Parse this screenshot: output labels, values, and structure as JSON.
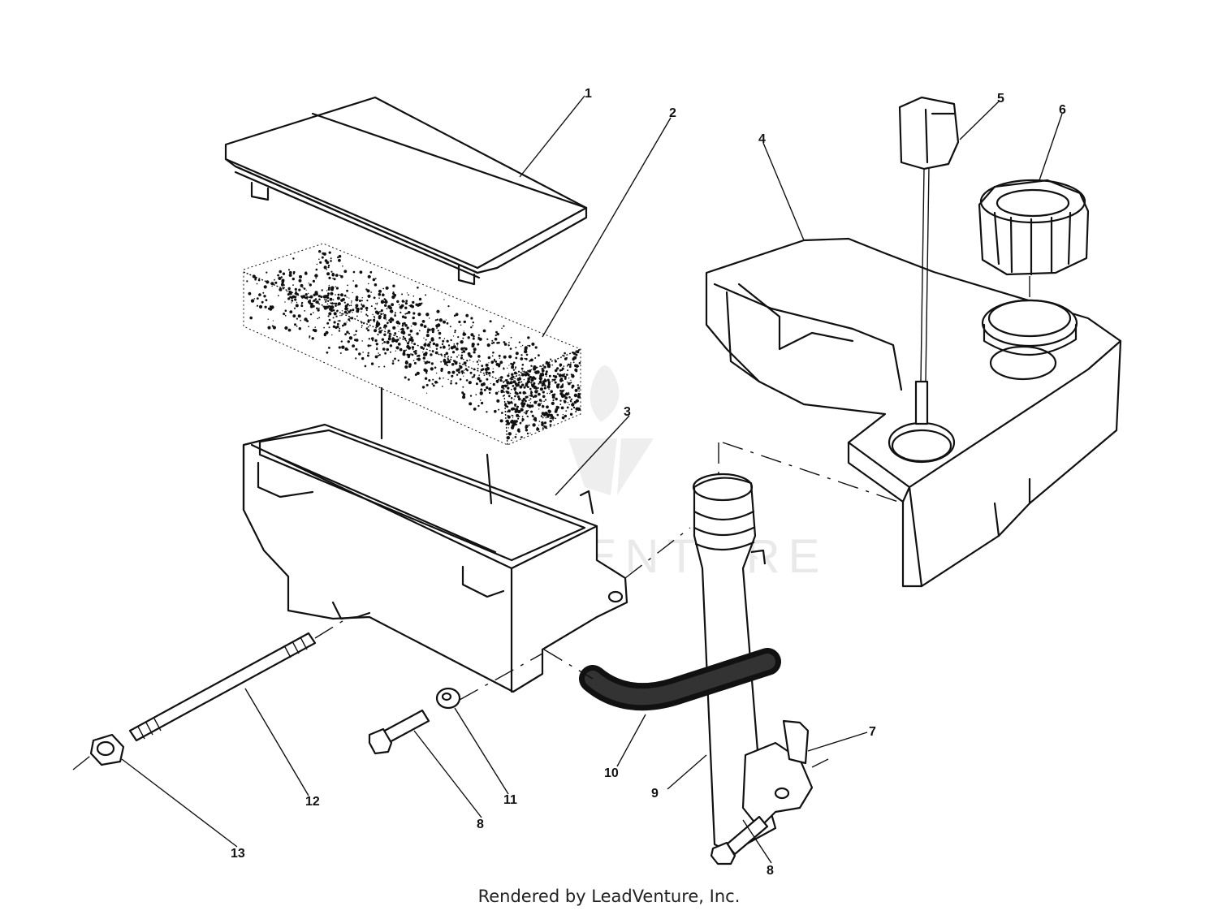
{
  "diagram": {
    "part_labels": [
      "1",
      "2",
      "3",
      "4",
      "5",
      "6",
      "7",
      "8",
      "8",
      "9",
      "10",
      "11",
      "12",
      "13"
    ],
    "watermark": "LEADVENTURE",
    "footer": "Rendered by LeadVenture, Inc."
  },
  "colors": {
    "line": "#111111",
    "background": "#ffffff",
    "watermark": "#e9e9e9"
  }
}
